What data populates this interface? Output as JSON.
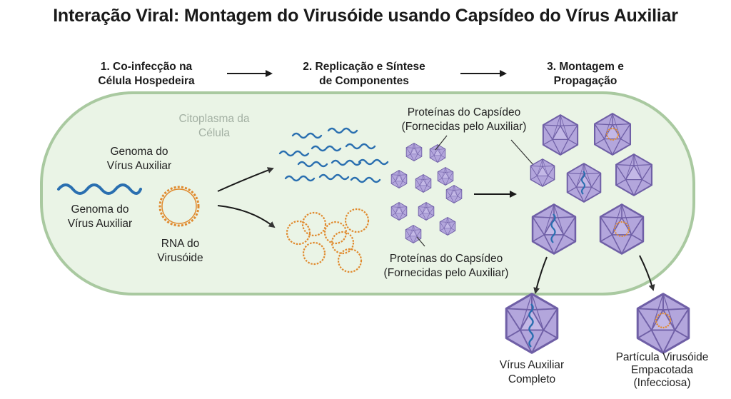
{
  "title": "Interação Viral: Montagem do Virusóide usando Capsídeo do Vírus Auxiliar",
  "steps": [
    {
      "line1": "1. Co-infecção na",
      "line2": "Célula Hospedeira"
    },
    {
      "line1": "2. Replicação e Síntese",
      "line2": "de Componentes"
    },
    {
      "line1": "3. Montagem e",
      "line2": "Propagação"
    }
  ],
  "labels": {
    "cytoplasm": {
      "line1": "Citoplasma da",
      "line2": "Célula"
    },
    "helper_genome_top": {
      "line1": "Genoma do",
      "line2": "Vírus Auxiliar"
    },
    "helper_genome_bottom": {
      "line1": "Genoma do",
      "line2": "Vírus Auxiliar"
    },
    "virusoid_rna": {
      "line1": "RNA do",
      "line2": "Virusóide"
    },
    "capsid_proteins_top": {
      "line1": "Proteínas do Capsídeo",
      "line2": "(Fornecidas pelo Auxiliar)"
    },
    "capsid_proteins_bottom": {
      "line1": "Proteínas do Capsídeo",
      "line2": "(Fornecidas pelo Auxiliar)"
    },
    "helper_complete": {
      "line1": "Vírus Auxiliar",
      "line2": "Completo"
    },
    "virusoid_particle": {
      "line1": "Partícula Virusóide",
      "line2": "Empacotada",
      "line3": "(Infecciosa)"
    }
  },
  "colors": {
    "cell_fill": "#eaf4e6",
    "cell_stroke": "#a9c9a0",
    "helper_genome": "#2a6fb0",
    "virusoid_rna": "#e08a2e",
    "capsid_fill": "#b3a6dc",
    "capsid_stroke": "#6f5fa6",
    "text": "#1a1a1a"
  }
}
